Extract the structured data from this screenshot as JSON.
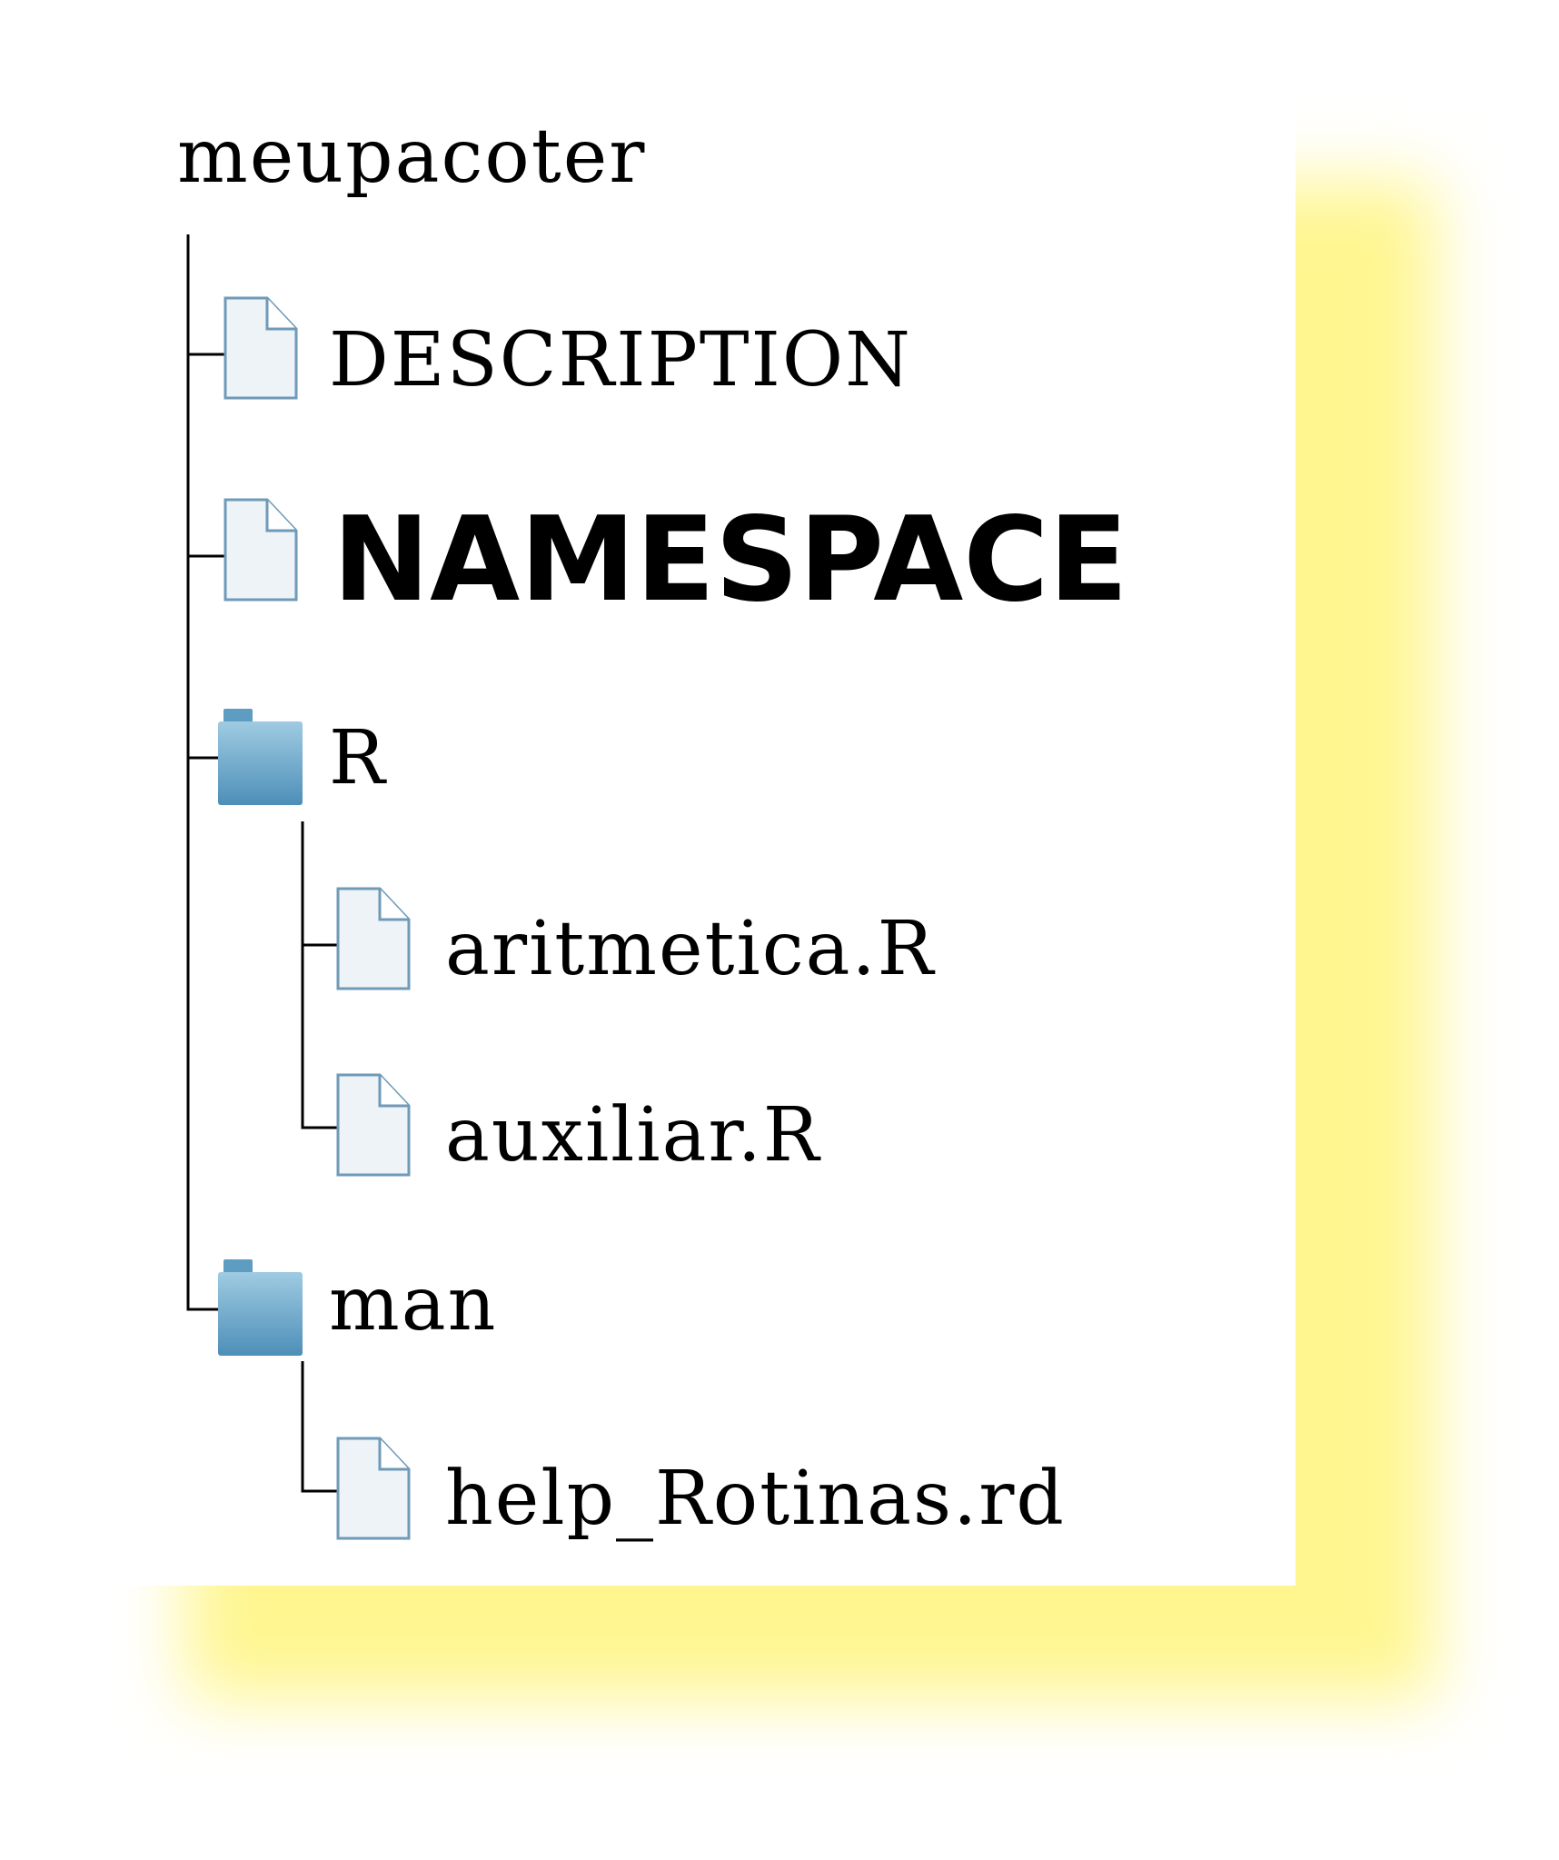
{
  "tree": {
    "root": {
      "name": "meupacoter"
    },
    "items": [
      {
        "name": "DESCRIPTION",
        "type": "file",
        "icon": "file-icon"
      },
      {
        "name": "NAMESPACE",
        "type": "file",
        "icon": "file-icon"
      },
      {
        "name": "R",
        "type": "folder",
        "icon": "folder-icon"
      },
      {
        "name": "aritmetica.R",
        "type": "file",
        "icon": "file-icon",
        "parent": "R"
      },
      {
        "name": "auxiliar.R",
        "type": "file",
        "icon": "file-icon",
        "parent": "R"
      },
      {
        "name": "man",
        "type": "folder",
        "icon": "folder-icon"
      },
      {
        "name": "help_Rotinas.rd",
        "type": "file",
        "icon": "file-icon",
        "parent": "man"
      }
    ]
  },
  "colors": {
    "highlight": "#fff690",
    "file_icon_stroke": "#6f9ab8",
    "file_icon_fill": "#eef3f8",
    "folder_icon": "#5d9dc2"
  }
}
